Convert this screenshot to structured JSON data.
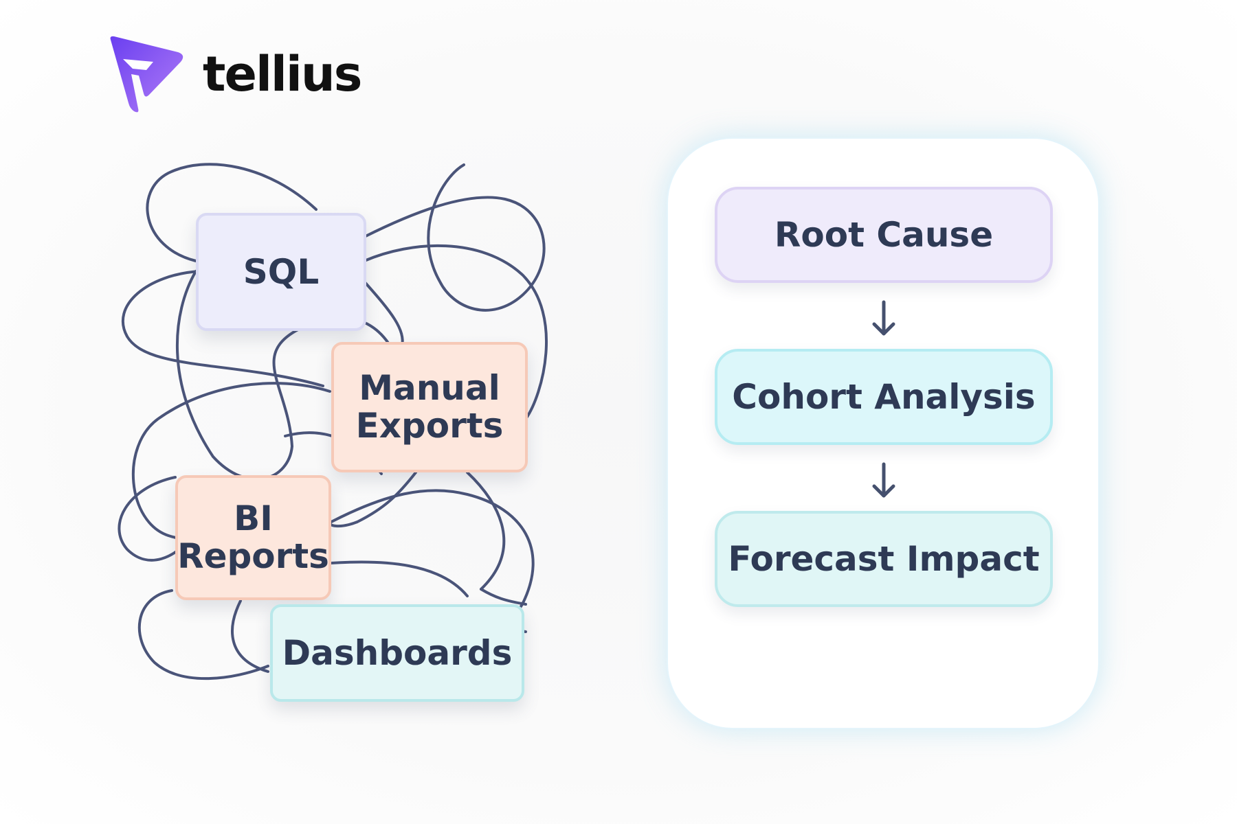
{
  "brand": {
    "name": "tellius",
    "mark_color": "#7a4df2",
    "mark_accent": "#b483f5"
  },
  "legacy_tools": {
    "items": [
      {
        "label": "SQL"
      },
      {
        "label": "Manual\nExports"
      },
      {
        "label": "BI\nReports"
      },
      {
        "label": "Dashboards"
      }
    ],
    "tangle_color": "#4a5479"
  },
  "workflow": {
    "steps": [
      {
        "label": "Root Cause"
      },
      {
        "label": "Cohort Analysis"
      },
      {
        "label": "Forecast Impact"
      }
    ],
    "arrow_icon": "arrow-down-icon",
    "arrow_color": "#45506e"
  }
}
